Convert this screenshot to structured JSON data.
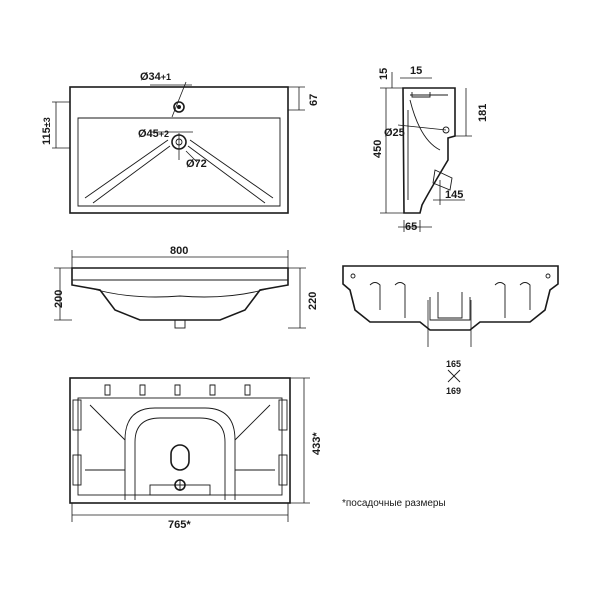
{
  "top_view": {
    "tap_hole": "Ø34",
    "tap_hole_sub": "+1",
    "drain": "Ø45",
    "drain_sub": "+2",
    "bowl_ring": "Ø72",
    "depth_left": "115",
    "depth_left_sub": "±3",
    "depth_right": "67"
  },
  "side_view": {
    "top_offset": "15",
    "top_width": "15",
    "height": "450",
    "hole": "Ø25",
    "right_height": "181",
    "lower_offset": "145",
    "bottom_width": "65"
  },
  "front_view": {
    "width": "800",
    "height_left": "200",
    "height_right": "220"
  },
  "back_view": {
    "top_value": "165",
    "bottom_value": "169"
  },
  "bottom_view": {
    "width": "765*",
    "depth": "433*"
  },
  "footnote": "*посадочные размеры"
}
